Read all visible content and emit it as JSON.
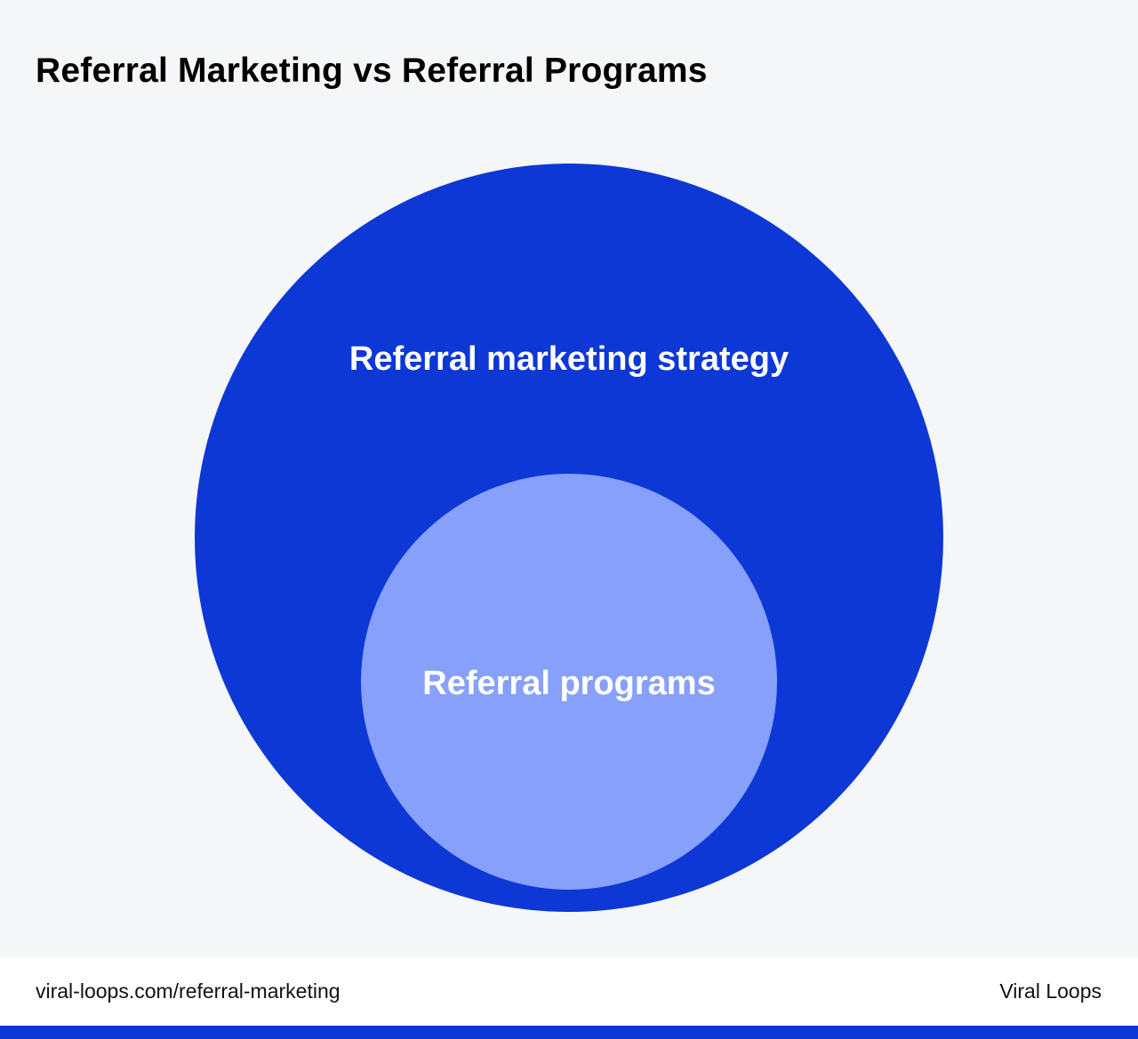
{
  "title": "Referral Marketing vs Referral Programs",
  "diagram": {
    "outer": {
      "label": "Referral marketing strategy",
      "color": "#0d38d6"
    },
    "inner": {
      "label": "Referral programs",
      "color": "#86a0fb"
    },
    "label_color": "#ffffff"
  },
  "footer": {
    "url": "viral-loops.com/referral-marketing",
    "brand": "Viral Loops"
  },
  "colors": {
    "background": "#f4f6f8",
    "footer_background": "#ffffff",
    "accent_bar": "#0d38d6"
  }
}
